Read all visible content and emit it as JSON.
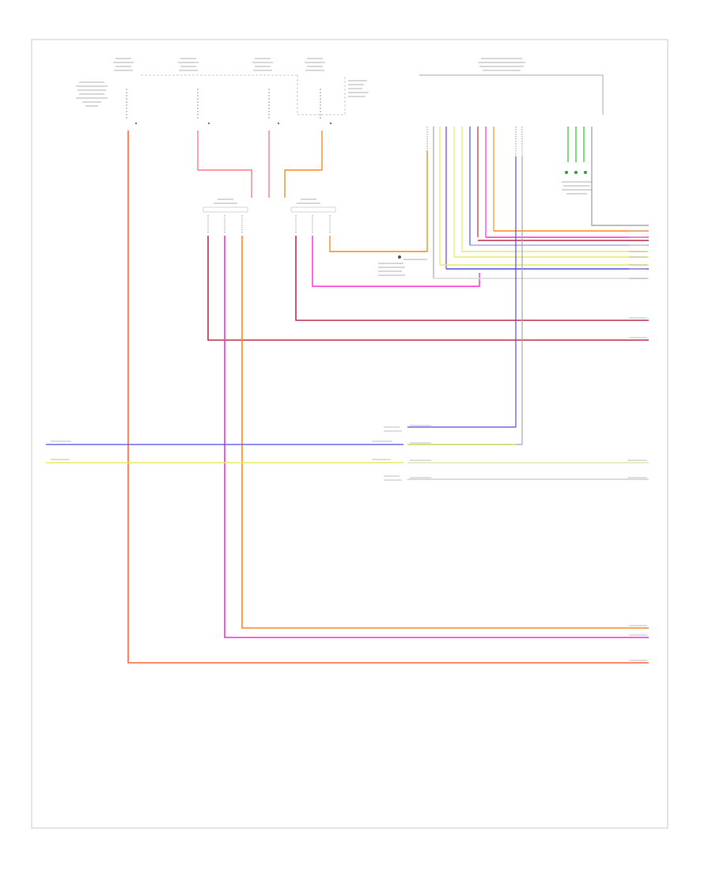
{
  "page": {
    "number": ""
  },
  "colors": {
    "frame": "#c8c8c8",
    "red": "#d23c3c",
    "pink": "#ff5a6e",
    "orange": "#ff8a1f",
    "magenta": "#ff2fd8",
    "dark_red": "#c0304a",
    "yellow": "#e8e86a",
    "lime": "#c8e050",
    "blue": "#5050e0",
    "purple": "#8040c0",
    "gray": "#a8a8a8",
    "light_gray": "#d8d8d8",
    "green": "#30c030"
  },
  "components": [
    {
      "id": "fuse-1",
      "label": ""
    },
    {
      "id": "fuse-2",
      "label": ""
    },
    {
      "id": "fuse-3",
      "label": ""
    },
    {
      "id": "fuse-4",
      "label": ""
    },
    {
      "id": "connector-a",
      "label": ""
    },
    {
      "id": "connector-b",
      "label": ""
    },
    {
      "id": "control-module",
      "label": ""
    },
    {
      "id": "ground-point",
      "label": ""
    }
  ]
}
